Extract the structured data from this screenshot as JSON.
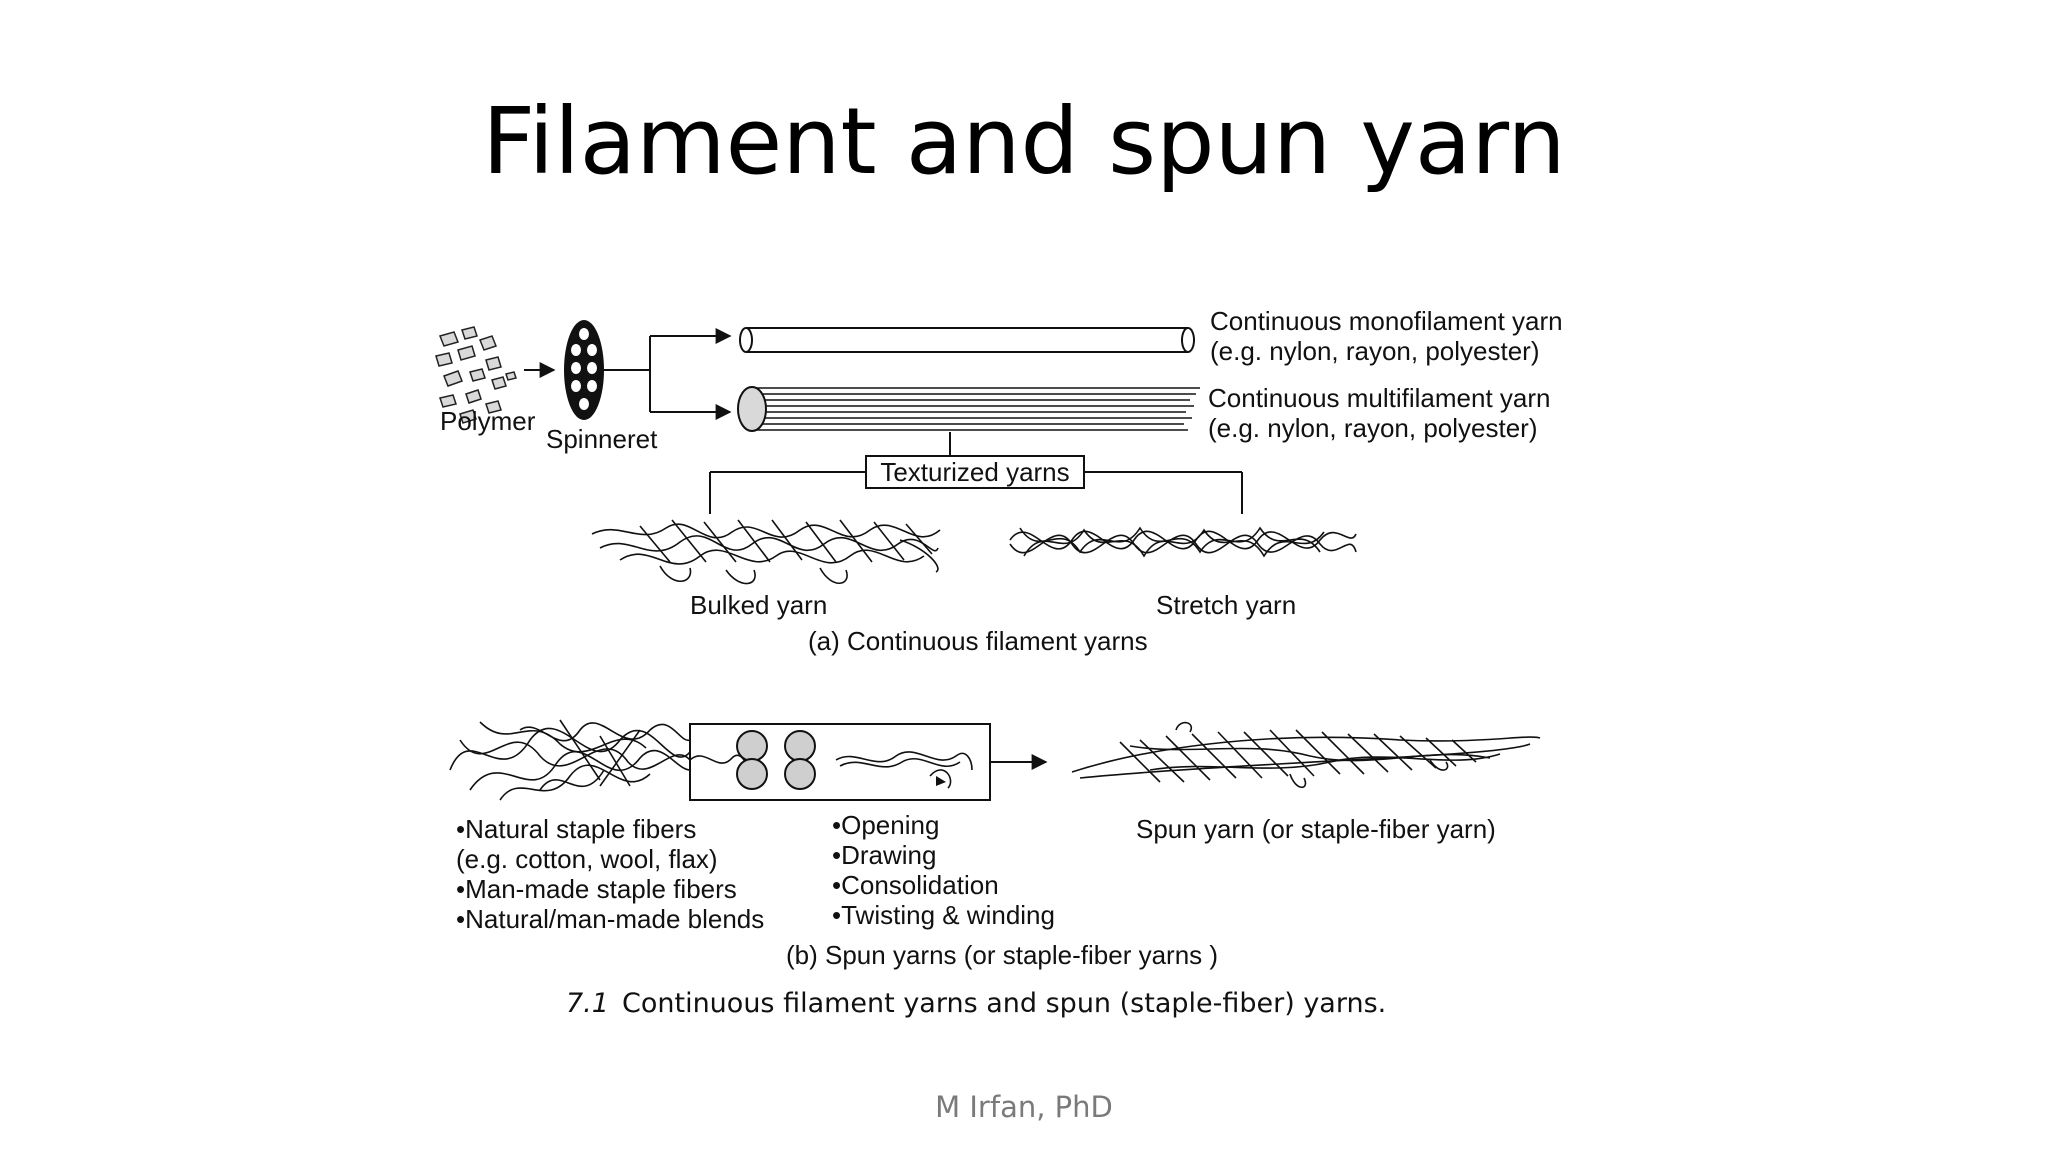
{
  "slide": {
    "title": "Filament and spun yarn",
    "footer": "M Irfan, PhD"
  },
  "diagram": {
    "polymer_label": "Polymer",
    "spinneret_label": "Spinneret",
    "mono_line1": "Continuous monofilament yarn",
    "mono_line2": "(e.g. nylon, rayon, polyester)",
    "multi_line1": "Continuous multifilament yarn",
    "multi_line2": "(e.g. nylon, rayon, polyester)",
    "texturized_label": "Texturized yarns",
    "bulked_label": "Bulked yarn",
    "stretch_label": "Stretch yarn",
    "caption_a": "(a) Continuous filament yarns",
    "staple_list": [
      "•Natural staple fibers",
      "(e.g. cotton, wool, flax)",
      "•Man-made staple fibers",
      "•Natural/man-made blends"
    ],
    "process_list": [
      "•Opening",
      "•Drawing",
      "•Consolidation",
      "•Twisting & winding"
    ],
    "spun_label": "Spun yarn (or staple-fiber yarn)",
    "caption_b": "(b) Spun yarns (or staple-fiber yarns )",
    "figure_number": "7.1",
    "figure_caption": "Continuous filament yarns and spun (staple-fiber) yarns."
  },
  "colors": {
    "ink": "#111111",
    "footer_gray": "#7a7a7a",
    "roller_fill": "#cfcfcf",
    "flake_fill": "#d9d9d9"
  }
}
